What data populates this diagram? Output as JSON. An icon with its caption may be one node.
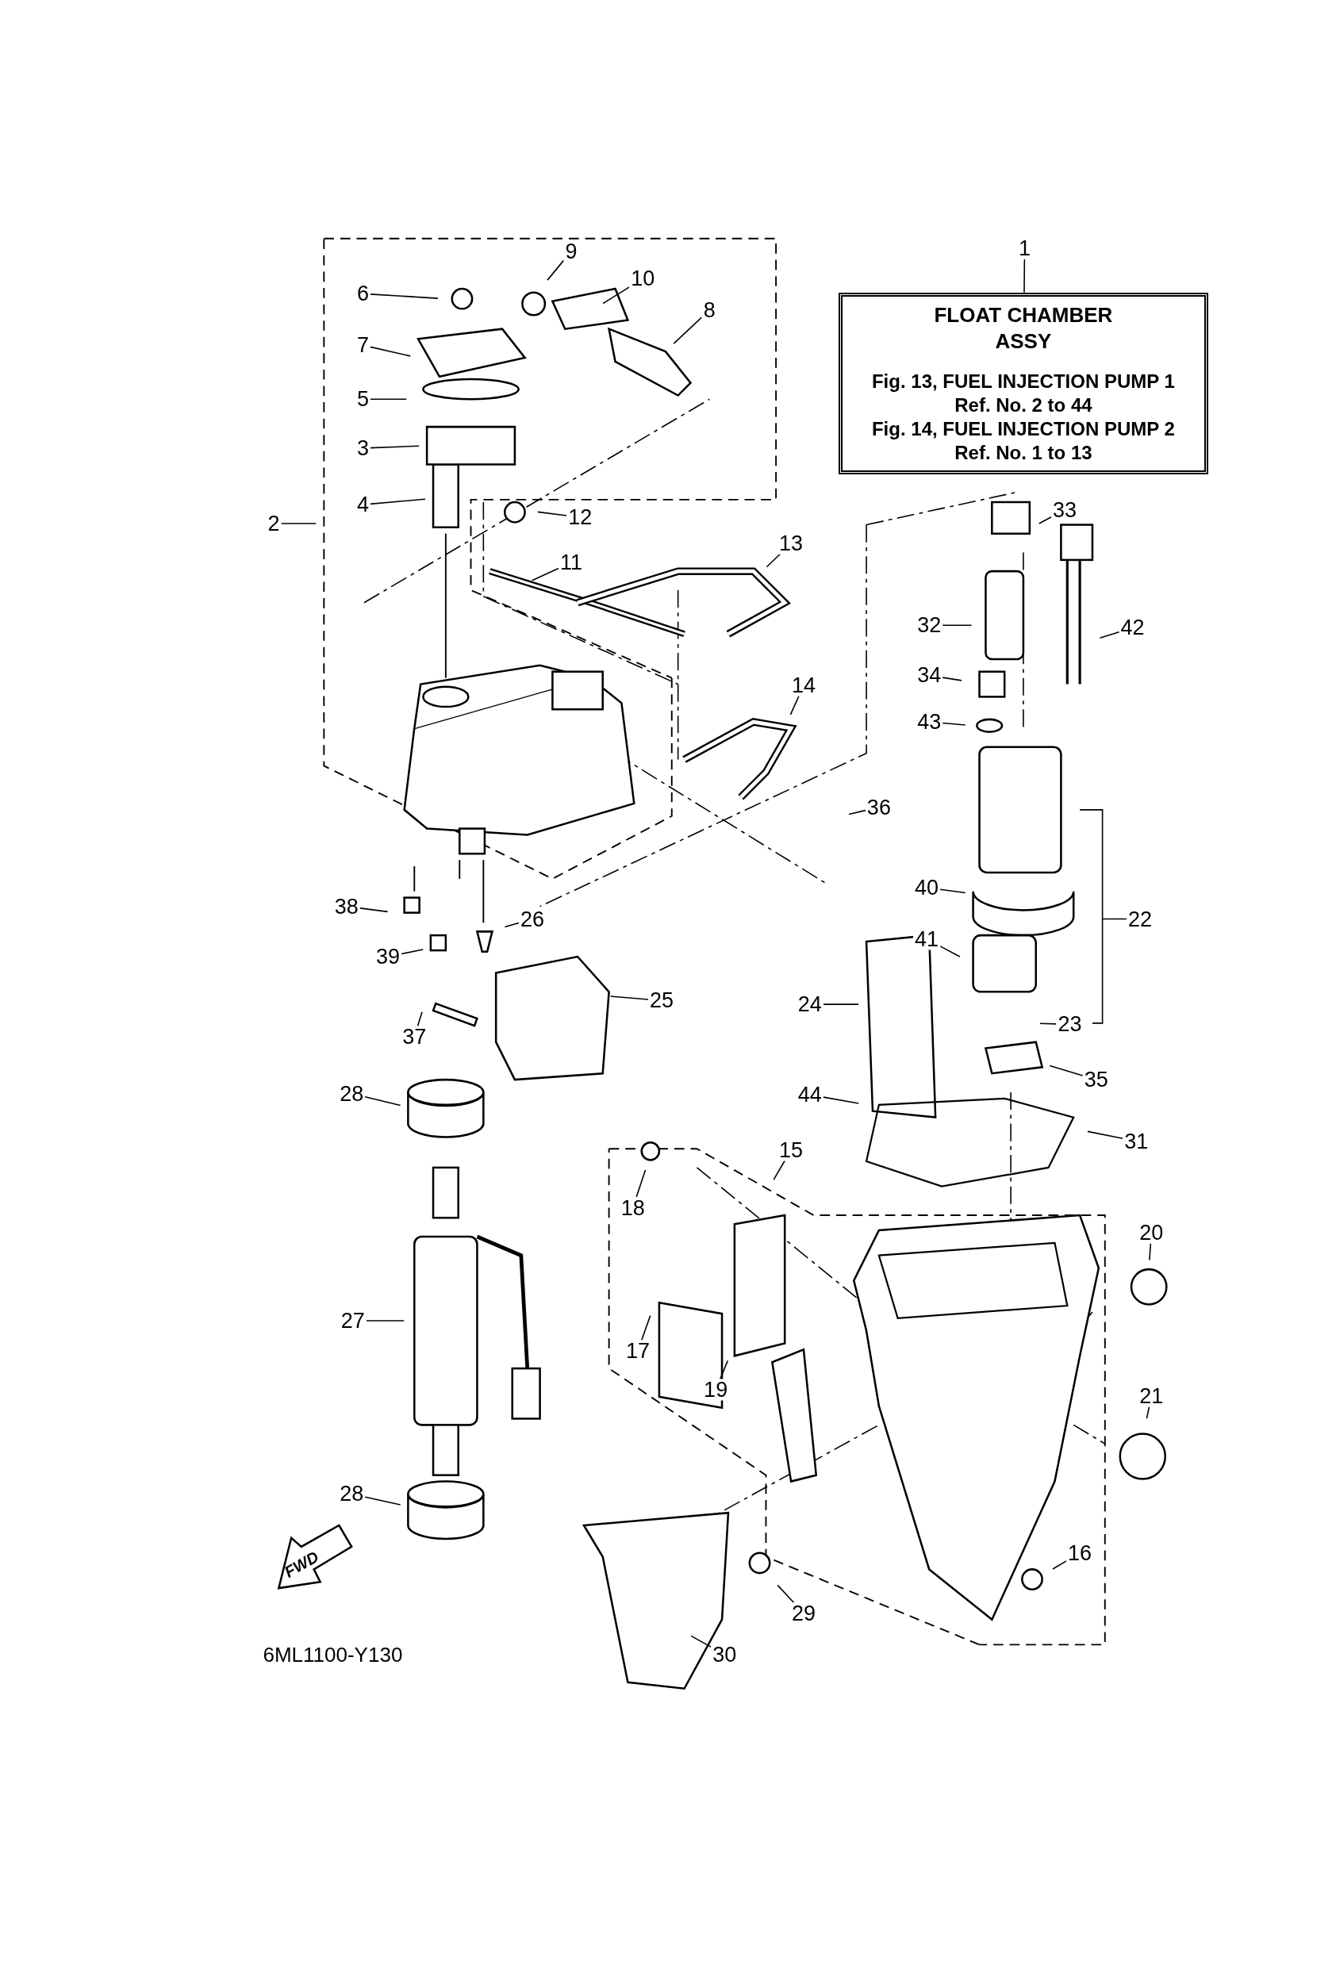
{
  "diagram": {
    "nodes": [
      {
        "text": [
          "1"
        ]
      },
      {
        "text": [
          "2"
        ]
      },
      {
        "text": [
          "3"
        ]
      },
      {
        "text": [
          "4"
        ]
      },
      {
        "text": [
          "5"
        ]
      },
      {
        "text": [
          "6"
        ]
      },
      {
        "text": [
          "7"
        ]
      },
      {
        "text": [
          "8"
        ]
      },
      {
        "text": [
          "9"
        ]
      },
      {
        "text": [
          "10"
        ]
      },
      {
        "text": [
          "11"
        ]
      },
      {
        "text": [
          "12"
        ]
      },
      {
        "text": [
          "13"
        ]
      },
      {
        "text": [
          "14"
        ]
      },
      {
        "text": [
          "15"
        ]
      },
      {
        "text": [
          "16"
        ]
      },
      {
        "text": [
          "17"
        ]
      },
      {
        "text": [
          "18"
        ]
      },
      {
        "text": [
          "19"
        ]
      },
      {
        "text": [
          "20"
        ]
      },
      {
        "text": [
          "21"
        ]
      },
      {
        "text": [
          "22"
        ]
      },
      {
        "text": [
          "23"
        ]
      },
      {
        "text": [
          "24"
        ]
      },
      {
        "text": [
          "25"
        ]
      },
      {
        "text": [
          "26"
        ]
      },
      {
        "text": [
          "27"
        ]
      },
      {
        "text": [
          "28"
        ]
      },
      {
        "text": [
          "28"
        ]
      },
      {
        "text": [
          "29"
        ]
      },
      {
        "text": [
          "30"
        ]
      },
      {
        "text": [
          "31"
        ]
      },
      {
        "text": [
          "32"
        ]
      },
      {
        "text": [
          "33"
        ]
      },
      {
        "text": [
          "34"
        ]
      },
      {
        "text": [
          "35"
        ]
      },
      {
        "text": [
          "36"
        ]
      },
      {
        "text": [
          "37"
        ]
      },
      {
        "text": [
          "38"
        ]
      },
      {
        "text": [
          "39"
        ]
      },
      {
        "text": [
          "40"
        ]
      },
      {
        "text": [
          "41"
        ]
      },
      {
        "text": [
          "42"
        ]
      },
      {
        "text": [
          "43"
        ]
      },
      {
        "text": [
          "44"
        ]
      },
      {
        "text": [
          "FLOAT CHAMBER ASSY",
          "Fig. 13, FUEL INJECTION PUMP 1",
          "Ref. No. 2 to 44",
          "Fig. 14, FUEL INJECTION PUMP 2",
          "Ref. No. 1 to 13"
        ]
      }
    ],
    "edges": [
      {
        "from": 0,
        "to": 45,
        "arrow": "none"
      },
      {
        "from": 1,
        "to": null,
        "arrow": "none"
      },
      {
        "from": 2,
        "to": null,
        "arrow": "none"
      },
      {
        "from": 3,
        "to": null,
        "arrow": "none"
      },
      {
        "from": 4,
        "to": null,
        "arrow": "none"
      },
      {
        "from": 5,
        "to": null,
        "arrow": "none"
      },
      {
        "from": 6,
        "to": null,
        "arrow": "none"
      },
      {
        "from": 7,
        "to": null,
        "arrow": "none"
      },
      {
        "from": 8,
        "to": null,
        "arrow": "none"
      },
      {
        "from": 9,
        "to": null,
        "arrow": "none"
      },
      {
        "from": 10,
        "to": null,
        "arrow": "none"
      },
      {
        "from": 11,
        "to": null,
        "arrow": "none"
      },
      {
        "from": 12,
        "to": null,
        "arrow": "none"
      },
      {
        "from": 13,
        "to": null,
        "arrow": "none"
      },
      {
        "from": 14,
        "to": null,
        "arrow": "none"
      },
      {
        "from": 15,
        "to": null,
        "arrow": "none"
      },
      {
        "from": 16,
        "to": null,
        "arrow": "none"
      },
      {
        "from": 17,
        "to": null,
        "arrow": "none"
      },
      {
        "from": 18,
        "to": null,
        "arrow": "none"
      },
      {
        "from": 19,
        "to": null,
        "arrow": "none"
      },
      {
        "from": 20,
        "to": null,
        "arrow": "none"
      },
      {
        "from": 21,
        "to": null,
        "arrow": "none"
      },
      {
        "from": 22,
        "to": null,
        "arrow": "none"
      },
      {
        "from": 23,
        "to": null,
        "arrow": "none"
      },
      {
        "from": 24,
        "to": null,
        "arrow": "none"
      },
      {
        "from": 25,
        "to": null,
        "arrow": "none"
      },
      {
        "from": 26,
        "to": null,
        "arrow": "none"
      },
      {
        "from": 27,
        "to": null,
        "arrow": "none"
      },
      {
        "from": 28,
        "to": null,
        "arrow": "none"
      },
      {
        "from": 29,
        "to": null,
        "arrow": "none"
      },
      {
        "from": 30,
        "to": null,
        "arrow": "none"
      },
      {
        "from": 31,
        "to": null,
        "arrow": "none"
      },
      {
        "from": 32,
        "to": null,
        "arrow": "none"
      },
      {
        "from": 33,
        "to": null,
        "arrow": "none"
      },
      {
        "from": 34,
        "to": null,
        "arrow": "none"
      },
      {
        "from": 35,
        "to": null,
        "arrow": "none"
      },
      {
        "from": 36,
        "to": null,
        "arrow": "none"
      },
      {
        "from": 37,
        "to": null,
        "arrow": "none"
      },
      {
        "from": 38,
        "to": null,
        "arrow": "none"
      },
      {
        "from": 39,
        "to": null,
        "arrow": "none"
      },
      {
        "from": 40,
        "to": null,
        "arrow": "none"
      },
      {
        "from": 41,
        "to": null,
        "arrow": "none"
      },
      {
        "from": 42,
        "to": null,
        "arrow": "none"
      },
      {
        "from": 43,
        "to": null,
        "arrow": "none"
      },
      {
        "from": 44,
        "to": null,
        "arrow": "none"
      }
    ],
    "labels": [
      "FWD",
      "6ML1100-Y130"
    ]
  }
}
